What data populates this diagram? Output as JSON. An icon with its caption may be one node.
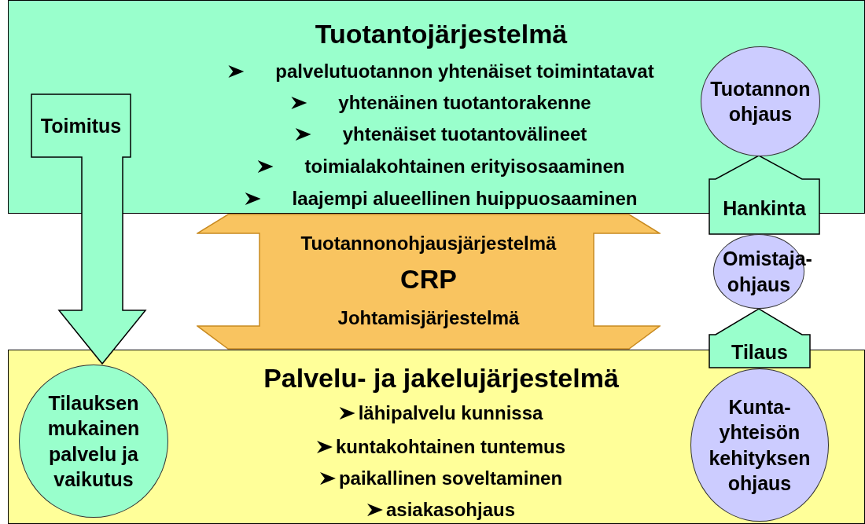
{
  "diagram": {
    "nodes": [
      {
        "text": [
          "Tuotantojärjestelmä",
          "palvelutuotannon yhtenäiset toimintatavat",
          "yhtenäinen tuotantorakenne",
          "yhtenäiset tuotantovälineet",
          "toimialakohtainen erityisosaaminen",
          "laajempi alueellinen huippuosaaminen"
        ]
      },
      {
        "text": [
          "Tuotannon ohjaus"
        ],
        "in": 0
      },
      {
        "text": [
          "Tuotannonohjausjärjestelmä",
          "CRP",
          "Johtamisjärjestelmä"
        ]
      },
      {
        "text": [
          "Omistaja-ohjaus"
        ]
      },
      {
        "text": [
          "Palvelu- ja jakelujärjestelmä",
          "lähipalvelu kunnissa",
          "kuntakohtainen tuntemus",
          "paikallinen soveltaminen",
          "asiakasohjaus"
        ]
      },
      {
        "text": [
          "Tilauksen mukainen palvelu ja vaikutus"
        ],
        "in": 4
      },
      {
        "text": [
          "Kunta-yhteisön kehityksen ohjaus"
        ],
        "in": 4
      }
    ],
    "edges": [
      {
        "from": 0,
        "to": 5,
        "arrow": "to",
        "label": "Toimitus"
      },
      {
        "from": 6,
        "to": 3,
        "arrow": "to",
        "label": "Tilaus"
      },
      {
        "from": 3,
        "to": 1,
        "arrow": "to",
        "label": "Hankinta"
      }
    ]
  }
}
